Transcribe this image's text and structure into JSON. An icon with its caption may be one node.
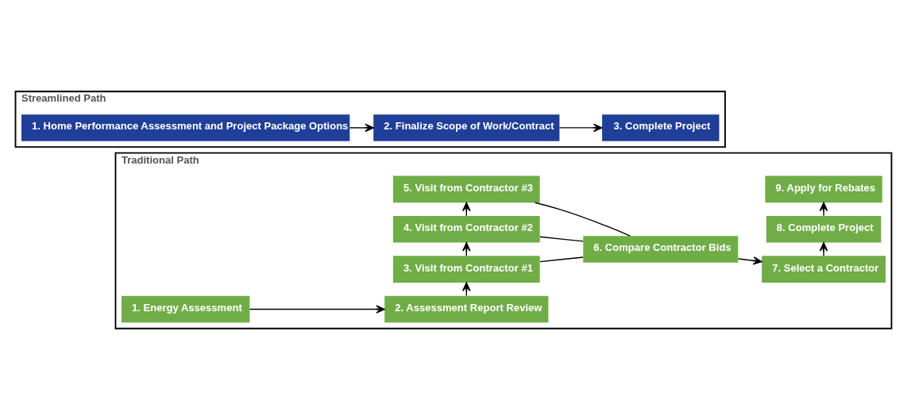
{
  "diagram": {
    "nodes": [
      {
        "text": [
          "Traditional Path"
        ]
      },
      {
        "text": [
          "1. Energy Assessment"
        ],
        "in": 0
      },
      {
        "text": [
          "2. Assessment Report Review"
        ],
        "in": 0
      },
      {
        "text": [
          "3. Visit from Contractor #1"
        ],
        "in": 0
      },
      {
        "text": [
          "4. Visit from Contractor #2"
        ],
        "in": 0
      },
      {
        "text": [
          "5. Visit from Contractor #3"
        ],
        "in": 0
      },
      {
        "text": [
          "6. Compare Contractor Bids"
        ],
        "in": 0
      },
      {
        "text": [
          "7. Select a Contractor"
        ],
        "in": 0
      },
      {
        "text": [
          "8. Complete Project"
        ],
        "in": 0
      },
      {
        "text": [
          "9. Apply for Rebates"
        ],
        "in": 0
      },
      {
        "text": [
          "Streamlined Path"
        ]
      },
      {
        "text": [
          "1. Home Performance Assessment and Project Package Options"
        ],
        "in": 10
      },
      {
        "text": [
          "2. Finalize Scope of Work/Contract"
        ],
        "in": 10
      },
      {
        "text": [
          "3. Complete Project"
        ],
        "in": 10
      }
    ],
    "edges": [
      {
        "from": 1,
        "to": 2,
        "arrow": "to"
      },
      {
        "from": 2,
        "to": 3,
        "arrow": "to"
      },
      {
        "from": 3,
        "to": 4,
        "arrow": "to"
      },
      {
        "from": 4,
        "to": 5,
        "arrow": "to"
      },
      {
        "from": 3,
        "to": 6,
        "arrow": "none"
      },
      {
        "from": 4,
        "to": 6,
        "arrow": "none"
      },
      {
        "from": 5,
        "to": 6,
        "arrow": "none"
      },
      {
        "from": 6,
        "to": 7,
        "arrow": "to"
      },
      {
        "from": 7,
        "to": 8,
        "arrow": "to"
      },
      {
        "from": 8,
        "to": 9,
        "arrow": "to"
      },
      {
        "from": 11,
        "to": 12,
        "arrow": "to"
      },
      {
        "from": 12,
        "to": 13,
        "arrow": "to"
      }
    ]
  }
}
